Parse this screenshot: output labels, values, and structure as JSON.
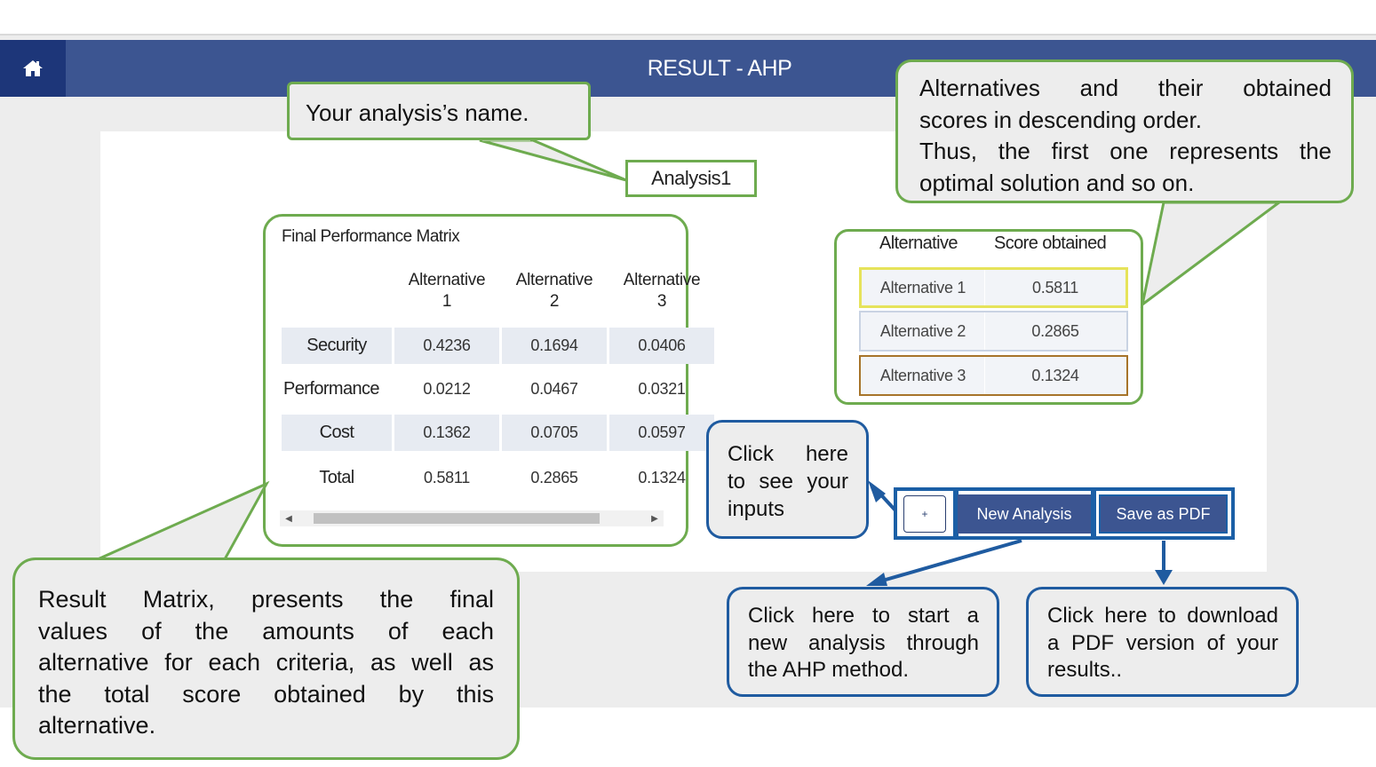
{
  "navbar": {
    "home_icon": "home-icon",
    "title": "RESULT - AHP"
  },
  "analysis_name": "Analysis1",
  "matrix": {
    "title": "Final Performance Matrix",
    "columns": [
      {
        "line1": "Alternative",
        "line2": "1"
      },
      {
        "line1": "Alternative",
        "line2": "2"
      },
      {
        "line1": "Alternative",
        "line2": "3"
      }
    ],
    "rows": [
      {
        "label": "Security",
        "values": [
          "0.4236",
          "0.1694",
          "0.0406"
        ]
      },
      {
        "label": "Performance",
        "values": [
          "0.0212",
          "0.0467",
          "0.0321"
        ]
      },
      {
        "label": "Cost",
        "values": [
          "0.1362",
          "0.0705",
          "0.0597"
        ]
      },
      {
        "label": "Total",
        "values": [
          "0.5811",
          "0.2865",
          "0.1324"
        ]
      }
    ],
    "scroll_left_icon": "scroll-left-arrow-icon",
    "scroll_right_icon": "scroll-right-arrow-icon"
  },
  "ranking": {
    "header_alternative": "Alternative",
    "header_score": "Score obtained",
    "rows": [
      {
        "name": "Alternative 1",
        "score": "0.5811",
        "border_color": "#e6e35a"
      },
      {
        "name": "Alternative 2",
        "score": "0.2865",
        "border_color": "#c9d3e3"
      },
      {
        "name": "Alternative 3",
        "score": "0.1324",
        "border_color": "#a7742a"
      }
    ]
  },
  "buttons": {
    "inputs": "+",
    "new_analysis": "New Analysis",
    "save_pdf": "Save as PDF"
  },
  "callouts": {
    "name": "Your analysis’s name.",
    "alternatives_lines": [
      "Alternatives and their obtained",
      "scores in descending order.",
      "Thus, the first one represents the",
      "optimal solution and so on."
    ],
    "matrix_lines": [
      "Result Matrix, presents the final",
      "values of the amounts of each",
      "alternative for each criteria, as well as",
      "the total score obtained by this",
      "alternative."
    ],
    "inputs_lines": [
      "Click here",
      "to see your",
      "inputs"
    ],
    "new_lines": [
      "Click here to start a",
      "new analysis through",
      "the AHP method."
    ],
    "pdf_lines": [
      "Click here to download",
      "a PDF version of your",
      "results.."
    ]
  },
  "colors": {
    "navbar": "#3c5591",
    "home_button": "#1d3679",
    "callout_green": "#6eab4f",
    "callout_blue": "#1f5ba0",
    "button_blue": "#3c5591"
  }
}
